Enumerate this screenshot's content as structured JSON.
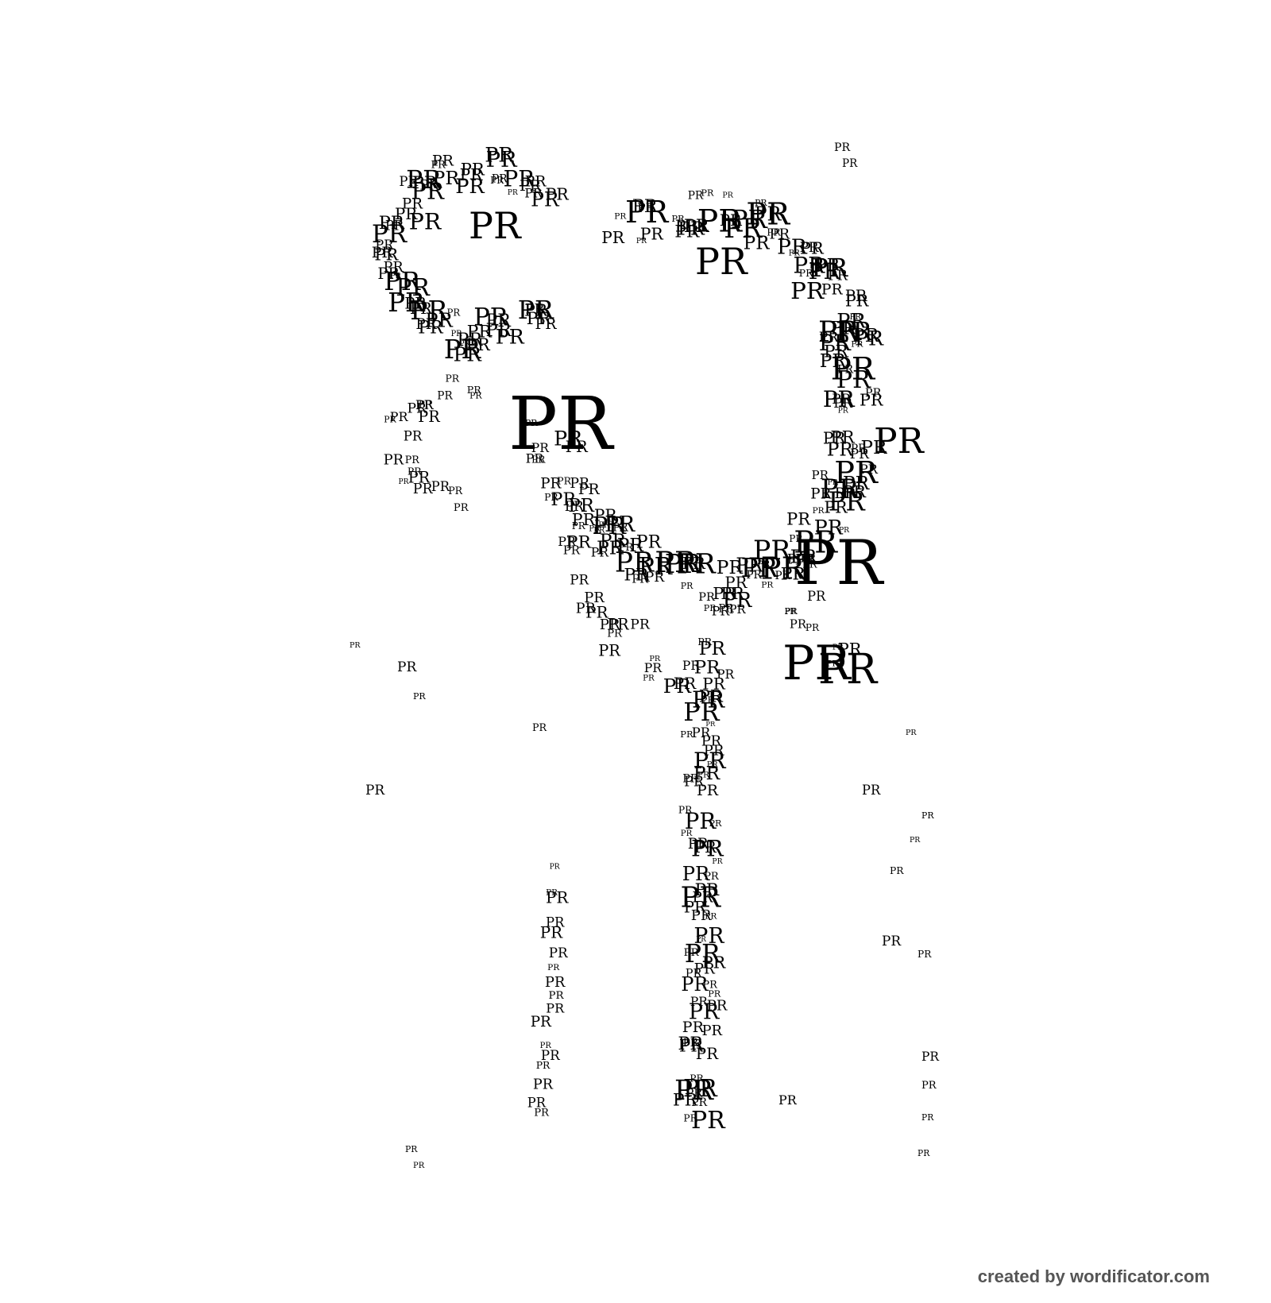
{
  "word": "PR",
  "footer": {
    "credit": "created by wordificator.com"
  },
  "colors": {
    "background": "#ffffff",
    "ink": "#000000",
    "credit": "#555555"
  },
  "shape": "scissors"
}
